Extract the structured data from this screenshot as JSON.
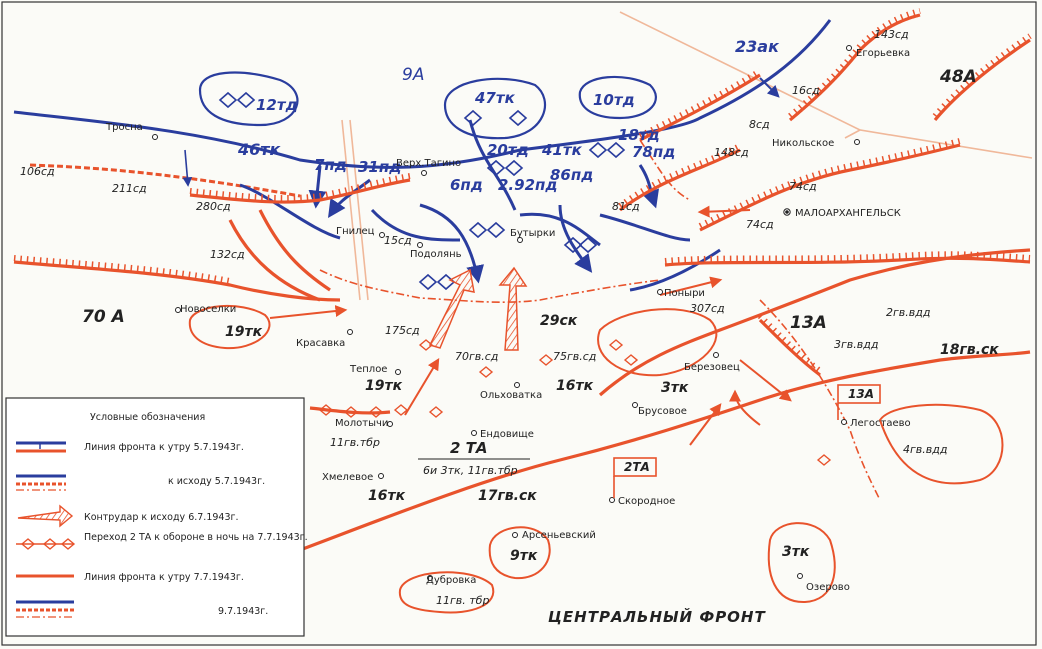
{
  "colors": {
    "soviet": "#e8532c",
    "german": "#2a3d9e",
    "ink": "#222222",
    "road": "#f0b89a",
    "hatch": "#f5a580"
  },
  "armies": {
    "ger_9a": "9А",
    "sov_48a": "48А",
    "sov_70a": "70 А",
    "sov_13a": "13А",
    "sov_2ta": "2 ТА"
  },
  "german_units": {
    "u12td": "12тд",
    "u47tk": "47тк",
    "u10td": "10тд",
    "u23ak": "23ак",
    "u46tk": "46тк",
    "u7pd": "7пд",
    "u31pd": "31пд",
    "u20td": "20тд",
    "u41tk": "41тк",
    "u18td": "18тд",
    "u78pd": "78пд",
    "u6pd": "6пд",
    "u292pd": "2.92пд",
    "u86pd": "86пд"
  },
  "soviet_units": {
    "s143sd": "143сд",
    "s16sd": "16сд",
    "s8sd": "8сд",
    "s148sd": "148сд",
    "s74sd_a": "74сд",
    "s74sd_b": "74сд",
    "s106sd": "106сд",
    "s211sd": "211сд",
    "s280sd": "280сд",
    "s132sd": "132сд",
    "s15sd": "15сд",
    "s81sd": "81сд",
    "s307sd": "307сд",
    "s19tk_a": "19тк",
    "s175sd": "175сд",
    "s29sk": "29ск",
    "s70gvsd": "70гв.сд",
    "s75gvsd": "75гв.сд",
    "s19tk_b": "19тк",
    "s16tk_a": "16тк",
    "s3tk_a": "3тк",
    "s2gvvdd": "2гв.вдд",
    "s3gvvdd": "3гв.вдд",
    "s18gvsk": "18гв.ск",
    "s13a_box": "13А",
    "s11gvtbr_a": "11гв.тбр",
    "s2ta_units": "6и 3тк, 11гв.тбр",
    "s16tk_b": "16тк",
    "s17gvsk": "17гв.ск",
    "s2ta_box": "2ТА",
    "s4gvvdd": "4гв.вдд",
    "s9tk": "9тк",
    "s3tk_b": "3тк",
    "s11gvtbr_b": "11гв. тбр"
  },
  "places": {
    "egoryevka": "Егорьевка",
    "trosna": "Тросна",
    "nikolskoe": "Никольское",
    "verh_tagino": "Верх.Тагино",
    "maloarkhangelsk": "МАЛОАРХАНГЕЛЬСК",
    "gnilets": "Гнилец",
    "butyrki": "Бутырки",
    "podolyan": "Подолянь",
    "ponyri": "Поныри",
    "novoselki": "Новоселки",
    "krasavka": "Красавка",
    "berezovets": "Березовец",
    "teploe": "Теплое",
    "olkhovatka": "Ольховатка",
    "brusovoe": "Брусовое",
    "molotychi": "Молотычи",
    "legostaevo": "Легостаево",
    "endovishche": "Ендовище",
    "khmelevoe": "Хмелевое",
    "skorodnoe": "Скородное",
    "arsenyevsky": "Арсеньевский",
    "dubrovka": "Дубровка",
    "ozerovo": "Озерово"
  },
  "front_title": "ЦЕНТРАЛЬНЫЙ ФРОНТ",
  "legend": {
    "title": "Условные обозначения",
    "items": [
      "Линия фронта к утру 5.7.1943г.",
      "к исходу 5.7.1943г.",
      "Контрудар к исходу 6.7.1943г.",
      "Переход 2 ТА к обороне в ночь на 7.7.1943г.",
      "Линия фронта к утру 7.7.1943г.",
      "9.7.1943г."
    ],
    "item4_line2": "на 7.7.1943г."
  }
}
